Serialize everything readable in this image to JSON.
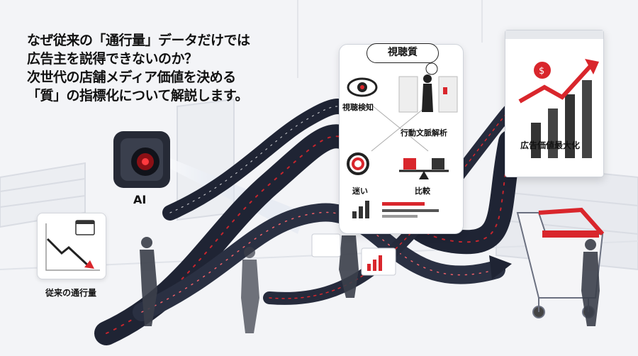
{
  "headline": {
    "lines": [
      "なぜ従来の「通行量」データだけでは",
      "広告主を説得できないのか？",
      "次世代の店舗メディア価値を決める",
      "「質」の指標化について解説します。"
    ]
  },
  "camera": {
    "label": "AI"
  },
  "traffic_card": {
    "label": "従来の通行量"
  },
  "quality_panel": {
    "title": "視聴質",
    "items": {
      "gaze": "視聴検知",
      "context": "行動文脈解析",
      "hesitation": "迷い",
      "compare": "比較"
    }
  },
  "ad_screen": {
    "label": "広告価値最大化"
  },
  "colors": {
    "accent_red": "#d9262c",
    "stream_dark": "#1f2434",
    "text": "#111111"
  }
}
